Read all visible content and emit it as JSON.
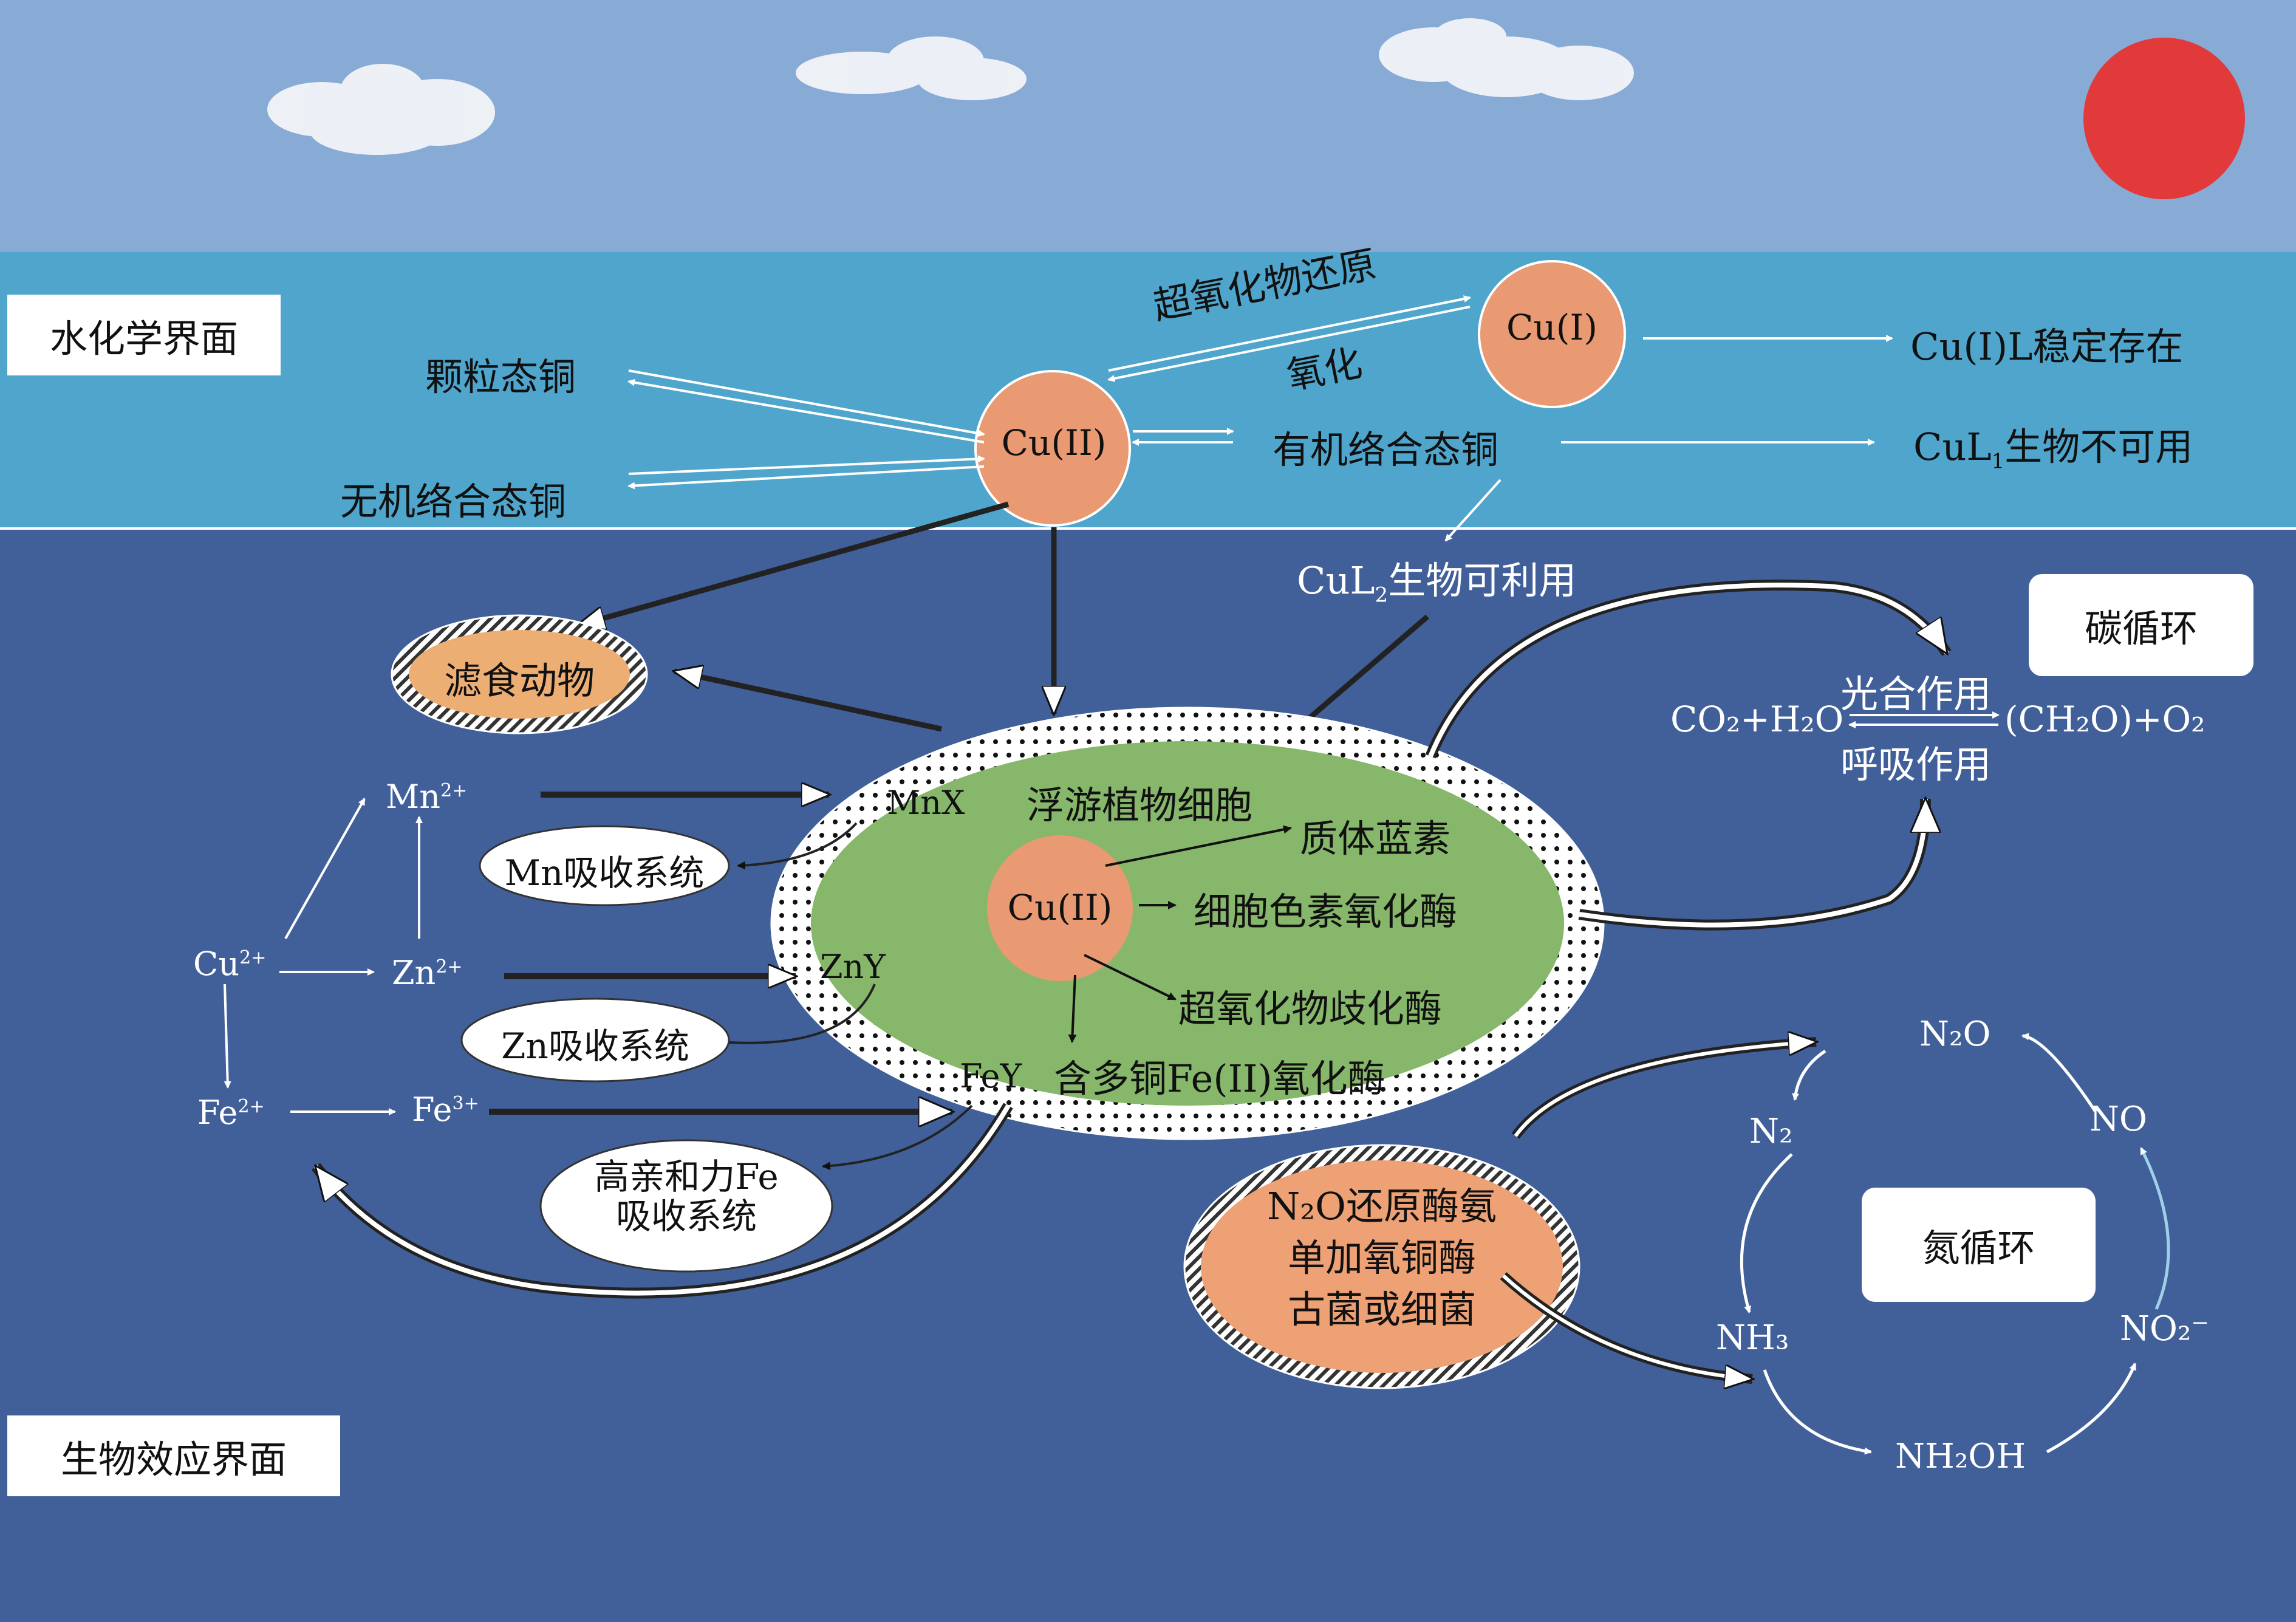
{
  "interfaces": {
    "hydrochemical": "水化学界面",
    "biological": "生物效应界面"
  },
  "species": {
    "cu2": "Cu(II)",
    "cu1": "Cu(I)",
    "cu2_cell": "Cu(II)",
    "particulate": "颗粒态铜",
    "inorganic": "无机络合态铜",
    "organic": "有机络合态铜",
    "superoxide_reduction": "超氧化物还原",
    "oxidation": "氧化",
    "cu1_stable": "Cu(I)L稳定存在",
    "cul1_prefix": "CuL",
    "cul1_sub": "1",
    "cul1_suffix": "生物不可用",
    "cul2_prefix": "CuL",
    "cul2_sub": "2",
    "cul2_suffix": "生物可利用"
  },
  "cell": {
    "title": "浮游植物细胞",
    "mnx": "MnX",
    "zny": "ZnY",
    "fey": "FeY",
    "plastocyanin": "质体蓝素",
    "cytochrome": "细胞色素氧化酶",
    "sod": "超氧化物歧化酶",
    "ferroxidase": "含多铜Fe(II)氧化酶"
  },
  "filter_feeder": "滤食动物",
  "uptake": {
    "mn": "Mn吸收系统",
    "zn": "Zn吸收系统",
    "fe_line1": "高亲和力Fe",
    "fe_line2": "吸收系统"
  },
  "metals": {
    "cu": "Cu",
    "cu_sup": "2+",
    "mn": "Mn",
    "mn_sup": "2+",
    "zn": "Zn",
    "zn_sup": "2+",
    "fe2": "Fe",
    "fe2_sup": "2+",
    "fe3": "Fe",
    "fe3_sup": "3+"
  },
  "carbon": {
    "label": "碳循环",
    "photosynthesis": "光合作用",
    "respiration": "呼吸作用",
    "left_eq": "CO₂+H₂O",
    "right_eq": "(CH₂O)+O₂"
  },
  "nitrogen_enzyme": {
    "line1": "N₂O还原酶氨",
    "line2": "单加氧铜酶",
    "line3": "古菌或细菌"
  },
  "nitrogen": {
    "label": "氮循环",
    "n2o": "N₂O",
    "no": "NO",
    "no2": "NO₂⁻",
    "nh2oh": "NH₂OH",
    "nh3": "NH₃",
    "n2": "N₂"
  },
  "colors": {
    "sky": "#88abd6",
    "water_surface": "#4fa5cb",
    "deep_water": "#41609a",
    "copper_circle": "#e99a72",
    "cell_green": "#86b76a",
    "sun": "#e2393b"
  }
}
